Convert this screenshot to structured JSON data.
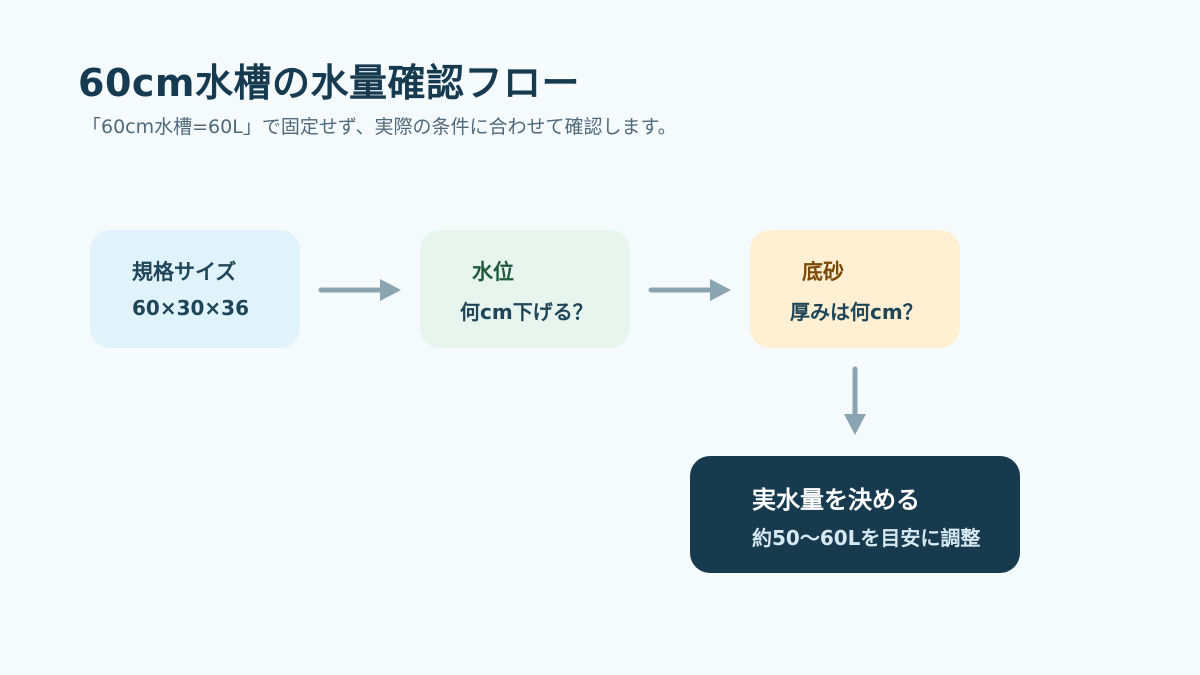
{
  "header": {
    "title": "60cm水槽の水量確認フロー",
    "subtitle": "「60cm水槽=60L」で固定せず、実際の条件に合わせて確認します。"
  },
  "steps": [
    {
      "label": "規格サイズ",
      "detail": "60×30×36",
      "color": "#e1f3fa"
    },
    {
      "label": "水位",
      "detail": "何cm下げる？",
      "color": "#e8f4ee"
    },
    {
      "label": "底砂",
      "detail": "厚みは何cm？",
      "color": "#fff0d3"
    }
  ],
  "result": {
    "label": "実水量を決める",
    "detail": "約50〜60Lを目安に調整",
    "color": "#173a4f"
  },
  "arrow_color": "#8aa5b1"
}
